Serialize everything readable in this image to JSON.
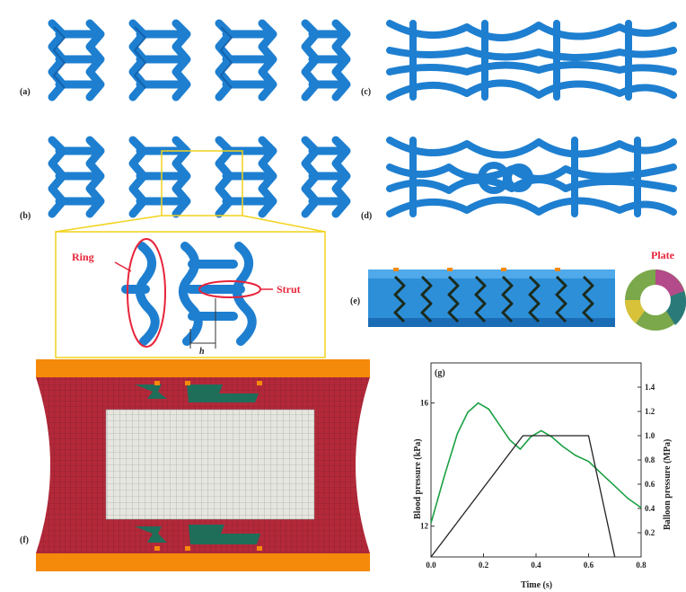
{
  "labels": {
    "a": "(a)",
    "b": "(b)",
    "c": "(c)",
    "d": "(d)",
    "e": "(e)",
    "f": "(f)",
    "g": "(g)",
    "ring": "Ring",
    "strut": "Strut",
    "plate": "Plate",
    "dim": "h"
  },
  "colors": {
    "stent": "#1e7fd0",
    "stent_dark": "#0b4f96",
    "artery": "#b3293a",
    "plaque": "#e6e6e0",
    "end_plate": "#f58a0a",
    "highlight_yellow": "#f2d21b",
    "annot_red": "#e8243a",
    "blood_curve": "#1aa043",
    "balloon_curve": "#222222"
  },
  "chart_data": {
    "type": "line",
    "title": "",
    "xlabel": "Time (s)",
    "ylabel": "Blood pressure (kPa)",
    "y2label": "Balloon pressure (MPa)",
    "xlim": [
      0.0,
      0.8
    ],
    "x_ticks": [
      "0.0",
      "0.2",
      "0.4",
      "0.6",
      "0.8"
    ],
    "ylim": [
      11.0,
      17.3
    ],
    "y_ticks": [
      "12",
      "16"
    ],
    "y2lim": [
      0.0,
      1.6
    ],
    "y2_ticks": [
      "0.2",
      "0.4",
      "0.6",
      "0.8",
      "1.0",
      "1.2",
      "1.4"
    ],
    "series": [
      {
        "axis": "left",
        "x": [
          0.0,
          0.05,
          0.1,
          0.14,
          0.18,
          0.22,
          0.26,
          0.3,
          0.34,
          0.38,
          0.42,
          0.46,
          0.5,
          0.55,
          0.6,
          0.65,
          0.7,
          0.75,
          0.8
        ],
        "values": [
          12.1,
          13.6,
          15.0,
          15.7,
          16.0,
          15.8,
          15.3,
          14.8,
          14.5,
          14.9,
          15.1,
          14.9,
          14.6,
          14.3,
          14.1,
          13.7,
          13.3,
          12.9,
          12.6
        ]
      },
      {
        "axis": "right",
        "x": [
          0.0,
          0.35,
          0.6,
          0.7
        ],
        "values": [
          0.0,
          1.0,
          1.0,
          0.0
        ]
      }
    ]
  }
}
